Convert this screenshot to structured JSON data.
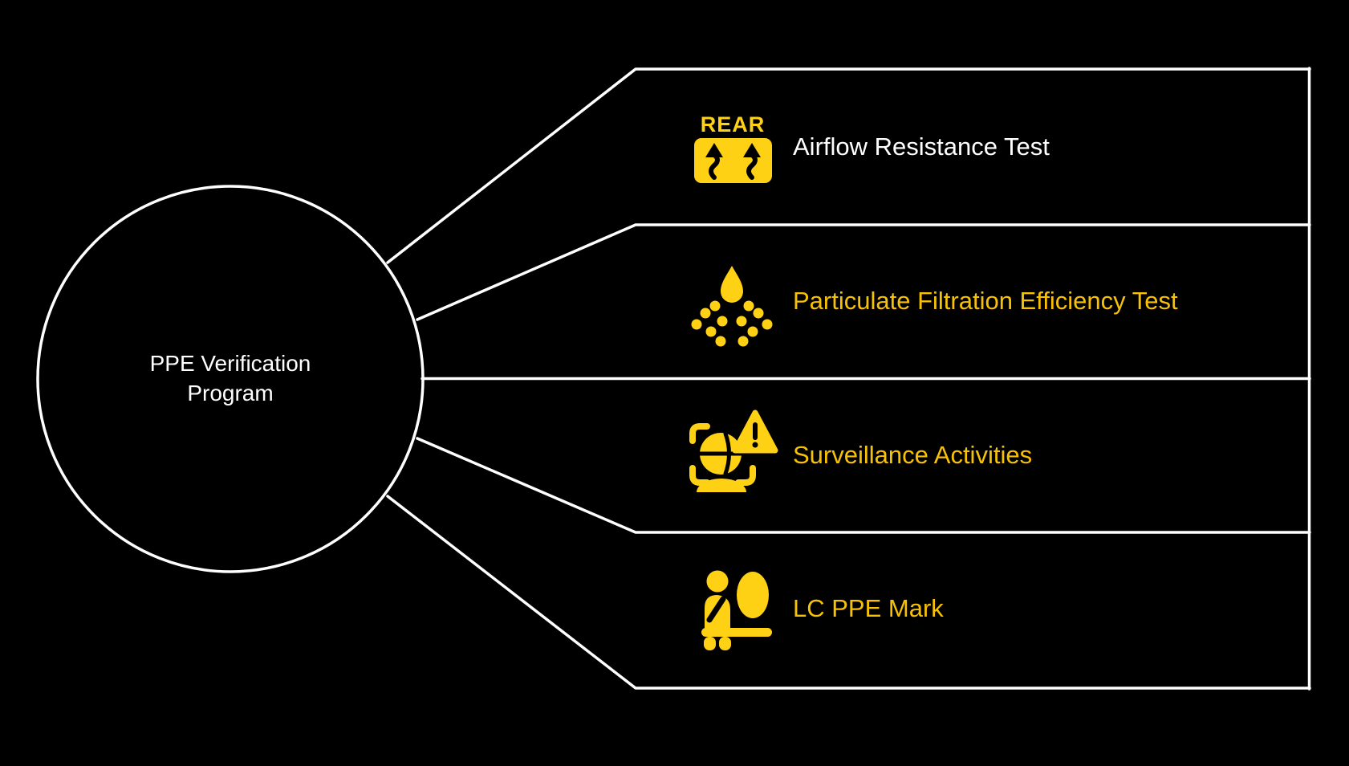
{
  "diagram": {
    "type": "radial-list-infographic",
    "center": {
      "label": "PPE Verification Program",
      "label_line1": "PPE Verification",
      "label_line2": "Program"
    },
    "items": [
      {
        "label": "Airflow Resistance Test",
        "icon": "rear-vent-arrows-icon",
        "icon_text": "REAR",
        "label_color": "#ffffff"
      },
      {
        "label": "Particulate Filtration Efficiency Test",
        "icon": "aerosol-spray-icon",
        "label_color": "#f7c206"
      },
      {
        "label": "Surveillance Activities",
        "icon": "face-scan-alert-icon",
        "label_color": "#f7c206"
      },
      {
        "label": "LC PPE Mark",
        "icon": "seated-person-ppe-icon",
        "label_color": "#f7c206"
      }
    ],
    "colors": {
      "background": "#000000",
      "line": "#ffffff",
      "icon_yellow": "#ffd114",
      "text_gold": "#f7c206",
      "text_white": "#ffffff"
    }
  }
}
